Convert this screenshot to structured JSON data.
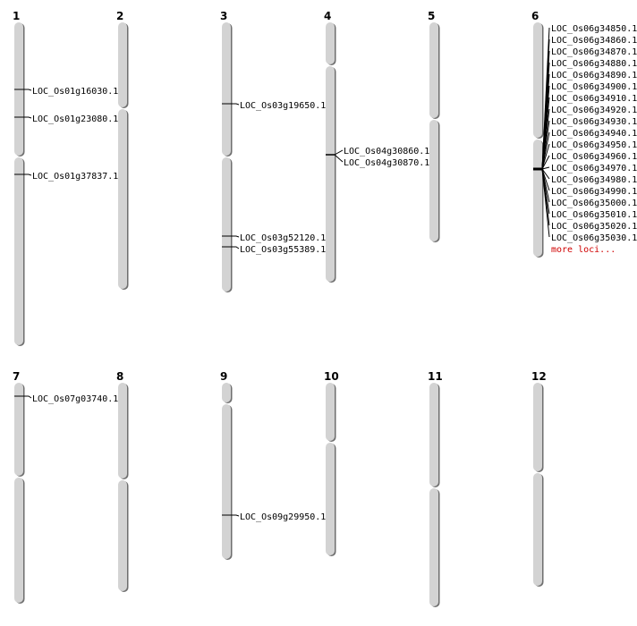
{
  "chromosomes": [
    {
      "name": "1",
      "loci": [
        "LOC_Os01g16030.1",
        "LOC_Os01g23080.1",
        "LOC_Os01g37837.1"
      ]
    },
    {
      "name": "2",
      "loci": []
    },
    {
      "name": "3",
      "loci": [
        "LOC_Os03g19650.1",
        "LOC_Os03g52120.1",
        "LOC_Os03g55389.1"
      ]
    },
    {
      "name": "4",
      "loci": [
        "LOC_Os04g30860.1",
        "LOC_Os04g30870.1"
      ]
    },
    {
      "name": "5",
      "loci": []
    },
    {
      "name": "6",
      "loci": [
        "LOC_Os06g34850.1",
        "LOC_Os06g34860.1",
        "LOC_Os06g34870.1",
        "LOC_Os06g34880.1",
        "LOC_Os06g34890.1",
        "LOC_Os06g34900.1",
        "LOC_Os06g34910.1",
        "LOC_Os06g34920.1",
        "LOC_Os06g34930.1",
        "LOC_Os06g34940.1",
        "LOC_Os06g34950.1",
        "LOC_Os06g34960.1",
        "LOC_Os06g34970.1",
        "LOC_Os06g34980.1",
        "LOC_Os06g34990.1",
        "LOC_Os06g35000.1",
        "LOC_Os06g35010.1",
        "LOC_Os06g35020.1",
        "LOC_Os06g35030.1"
      ],
      "more_label": "more loci..."
    },
    {
      "name": "7",
      "loci": [
        "LOC_Os07g03740.1"
      ]
    },
    {
      "name": "8",
      "loci": []
    },
    {
      "name": "9",
      "loci": [
        "LOC_Os09g29950.1"
      ]
    },
    {
      "name": "10",
      "loci": []
    },
    {
      "name": "11",
      "loci": []
    },
    {
      "name": "12",
      "loci": []
    }
  ],
  "colors": {
    "chromosome": "#d3d3d3",
    "shadow": "#6e6e6e",
    "more_loci": "#d00000"
  }
}
